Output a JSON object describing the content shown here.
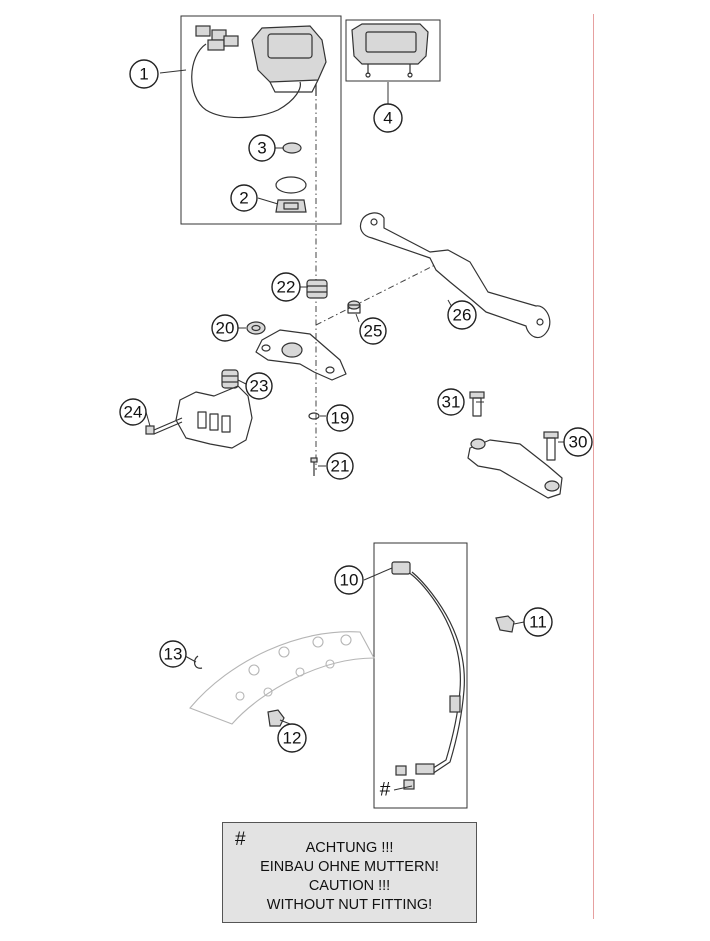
{
  "callouts": [
    {
      "id": "1",
      "label": "1"
    },
    {
      "id": "2",
      "label": "2"
    },
    {
      "id": "3",
      "label": "3"
    },
    {
      "id": "4",
      "label": "4"
    },
    {
      "id": "10",
      "label": "10"
    },
    {
      "id": "11",
      "label": "11"
    },
    {
      "id": "12",
      "label": "12"
    },
    {
      "id": "13",
      "label": "13"
    },
    {
      "id": "19",
      "label": "19"
    },
    {
      "id": "20",
      "label": "20"
    },
    {
      "id": "21",
      "label": "21"
    },
    {
      "id": "22",
      "label": "22"
    },
    {
      "id": "23",
      "label": "23"
    },
    {
      "id": "24",
      "label": "24"
    },
    {
      "id": "25",
      "label": "25"
    },
    {
      "id": "26",
      "label": "26"
    },
    {
      "id": "30",
      "label": "30"
    },
    {
      "id": "31",
      "label": "31"
    }
  ],
  "nut_marker": "#",
  "warning": {
    "marker": "#",
    "lines": [
      "ACHTUNG !!!",
      "EINBAU OHNE MUTTERN!",
      "CAUTION !!!",
      "WITHOUT NUT FITTING!"
    ]
  }
}
